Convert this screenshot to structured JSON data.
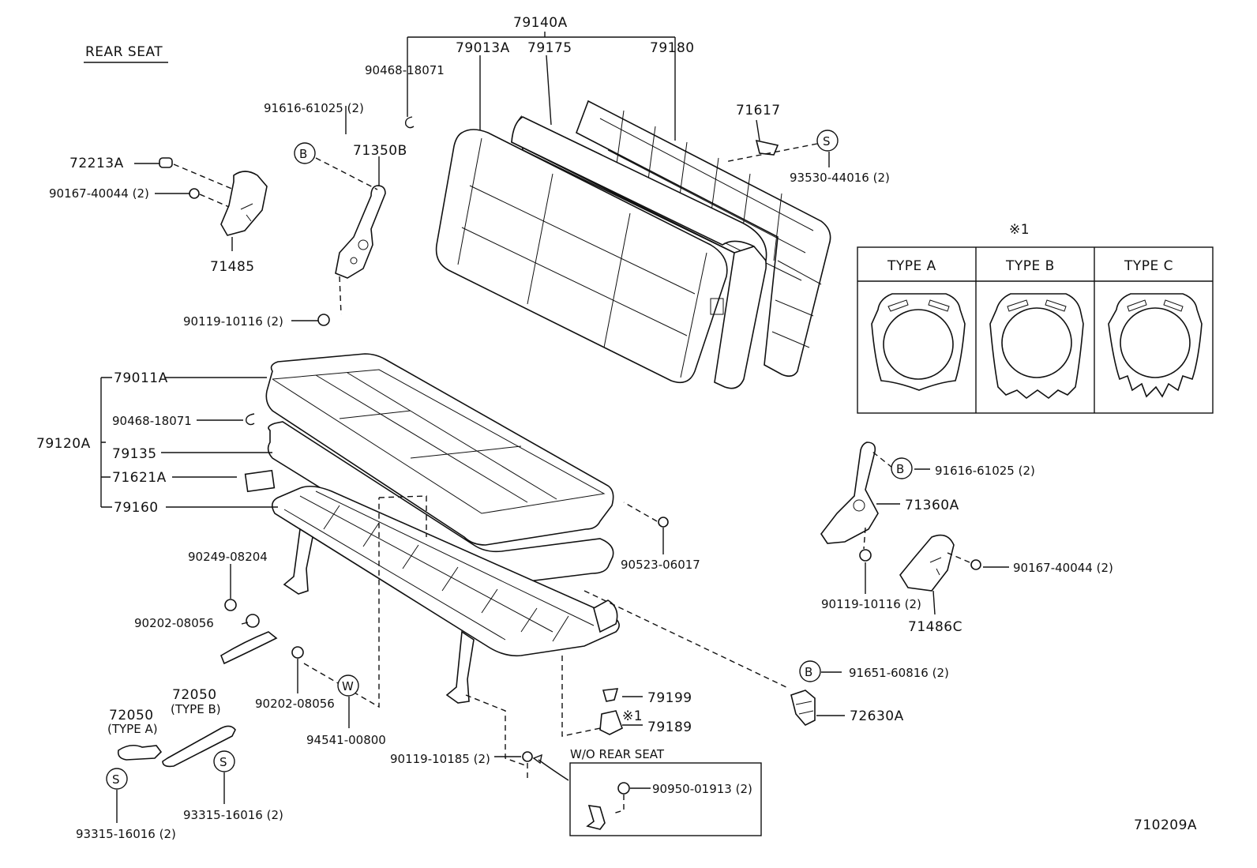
{
  "title": "REAR SEAT",
  "illustration_number": "710209A",
  "asterisk_note": "※1",
  "types": [
    "TYPE A",
    "TYPE B",
    "TYPE C"
  ],
  "wo_rear_seat_label": "W/O REAR SEAT",
  "markers": {
    "b": "B",
    "s": "S",
    "w": "W"
  },
  "labels": {
    "p79140A": "79140A",
    "p79013A": "79013A",
    "p79175": "79175",
    "p79180": "79180",
    "p90468_top": "90468-18071",
    "p91616_left": "91616-61025 (2)",
    "p71350B": "71350B",
    "p71617": "71617",
    "p93530": "93530-44016 (2)",
    "p72213A": "72213A",
    "p90167_left": "90167-40044 (2)",
    "p71485": "71485",
    "p90119_10116_left": "90119-10116 (2)",
    "p79011A": "79011A",
    "p90468_mid": "90468-18071",
    "p79120A": "79120A",
    "p79135": "79135",
    "p71621A": "71621A",
    "p79160": "79160",
    "p90523": "90523-06017",
    "p91616_right": "91616-61025 (2)",
    "p71360A": "71360A",
    "p90167_right": "90167-40044 (2)",
    "p90119_10116_right": "90119-10116 (2)",
    "p71486C": "71486C",
    "p90249": "90249-08204",
    "p90202_a": "90202-08056",
    "p90202_b": "90202-08056",
    "p94541": "94541-00800",
    "p72050_b": "72050",
    "p72050_b_type": "(TYPE B)",
    "p72050_a": "72050",
    "p72050_a_type": "(TYPE A)",
    "p93315_left": "93315-16016 (2)",
    "p93315_right": "93315-16016 (2)",
    "p79199": "79199",
    "p79189": "79189",
    "p90119_10185": "90119-10185 (2)",
    "p90950": "90950-01913 (2)",
    "p91651": "91651-60816 (2)",
    "p72630A": "72630A"
  }
}
